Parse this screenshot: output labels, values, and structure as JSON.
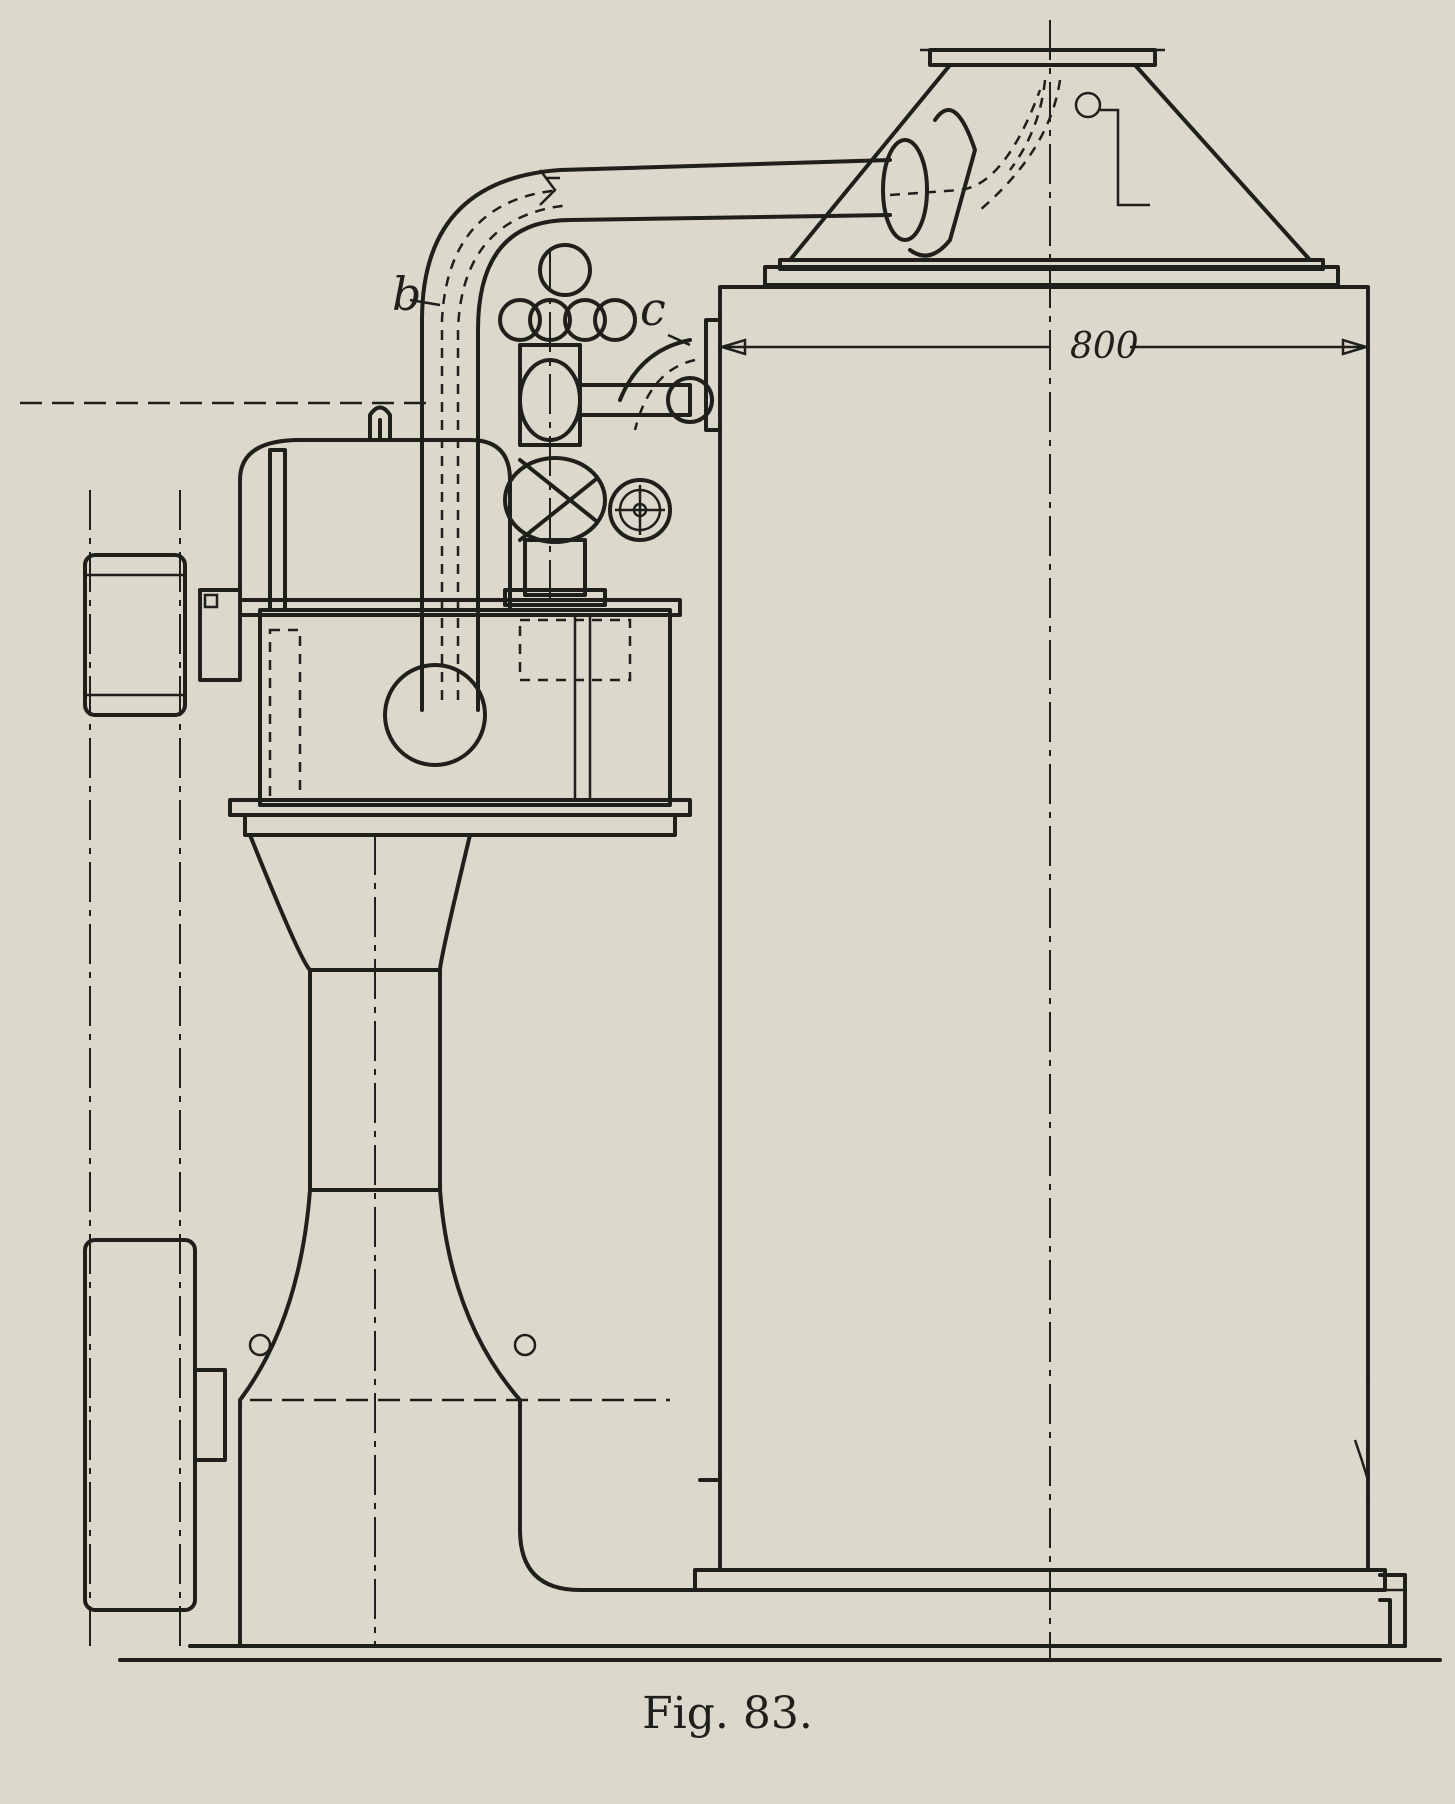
{
  "figure": {
    "caption": "Fig. 83.",
    "dimension_label": "800",
    "part_labels": {
      "b": "b",
      "c": "c"
    }
  }
}
